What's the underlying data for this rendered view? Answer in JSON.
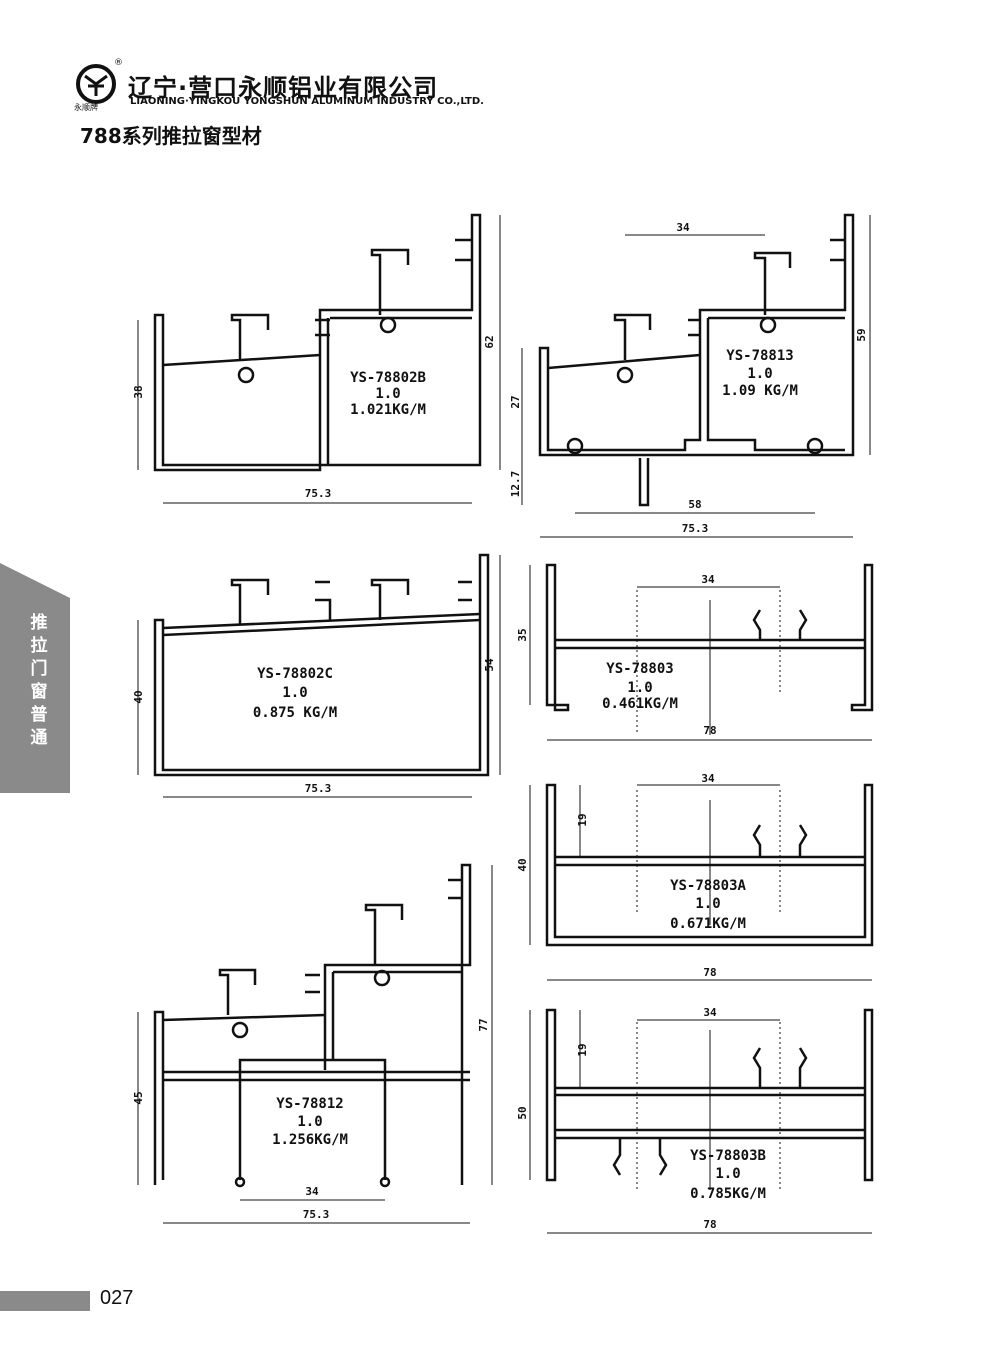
{
  "header": {
    "company_cn": "辽宁·营口永顺铝业有限公司",
    "company_en": "LIAONING·YINGKOU YONGSHUN ALUMINUM INDUSTRY CO.,LTD.",
    "logo_caption": "永顺牌",
    "registered_mark": "®",
    "series_title": "788系列推拉窗型材"
  },
  "side_tab": {
    "text": "推拉门窗普通"
  },
  "page_number": "027",
  "profiles": [
    {
      "code": "YS-78802B",
      "thickness": "1.0",
      "weight": "1.021KG/M",
      "dims": [
        "38",
        "62",
        "75.3"
      ]
    },
    {
      "code": "YS-78813",
      "thickness": "1.0",
      "weight": "1.09 KG/M",
      "dims": [
        "34",
        "27",
        "12.7",
        "59",
        "58",
        "75.3"
      ]
    },
    {
      "code": "YS-78802C",
      "thickness": "1.0",
      "weight": "0.875 KG/M",
      "dims": [
        "40",
        "54",
        "75.3"
      ]
    },
    {
      "code": "YS-78803",
      "thickness": "1.0",
      "weight": "0.461KG/M",
      "dims": [
        "34",
        "35",
        "78"
      ]
    },
    {
      "code": "YS-78803A",
      "thickness": "1.0",
      "weight": "0.671KG/M",
      "dims": [
        "34",
        "19",
        "40",
        "78"
      ]
    },
    {
      "code": "YS-78812",
      "thickness": "1.0",
      "weight": "1.256KG/M",
      "dims": [
        "45",
        "77",
        "34",
        "75.3"
      ]
    },
    {
      "code": "YS-78803B",
      "thickness": "1.0",
      "weight": "0.785KG/M",
      "dims": [
        "34",
        "19",
        "50",
        "78"
      ]
    }
  ],
  "colors": {
    "side_tab": "#8a8a8a",
    "ink": "#111111"
  }
}
